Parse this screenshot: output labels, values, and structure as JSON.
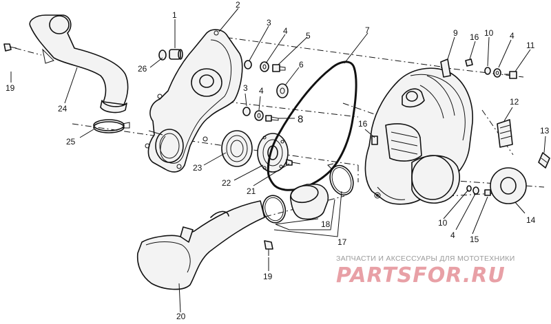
{
  "callouts": {
    "c1": "1",
    "c2": "2",
    "c3a": "3",
    "c4a": "4",
    "c5": "5",
    "c6": "6",
    "c7": "7",
    "c3b": "3",
    "c4b": "4",
    "c8": "8",
    "c9": "9",
    "c16a": "16",
    "c10a": "10",
    "c4c": "4",
    "c11": "11",
    "c12": "12",
    "c13": "13",
    "c16b": "16",
    "c19a": "19",
    "c24": "24",
    "c25": "25",
    "c26": "26",
    "c23": "23",
    "c22": "22",
    "c21": "21",
    "c18": "18",
    "c17": "17",
    "c10b": "10",
    "c4d": "4",
    "c15": "15",
    "c14": "14",
    "c19b": "19",
    "c20": "20"
  },
  "watermark": {
    "tagline": "ЗАПЧАСТИ И АКСЕССУАРЫ ДЛЯ МОТОТЕХНИКИ",
    "brand": "PARTSFOR.RU",
    "color": "#e8a0a6"
  }
}
